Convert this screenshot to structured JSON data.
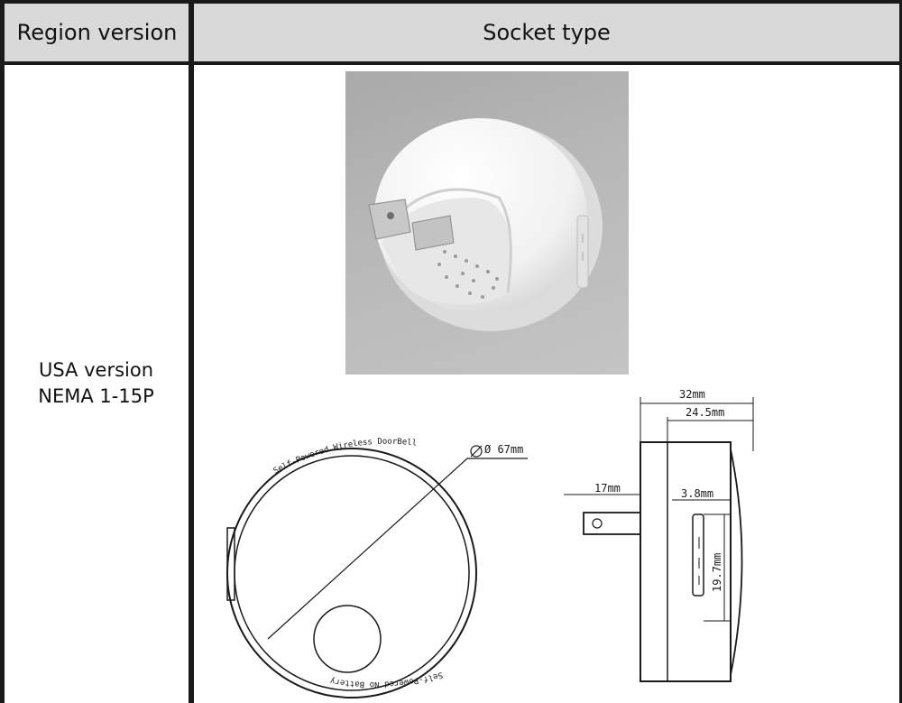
{
  "table": {
    "headers": [
      "Region version",
      "Socket type"
    ],
    "rows": [
      {
        "region": [
          "USA version",
          "NEMA 1-15P"
        ]
      }
    ]
  },
  "drawing": {
    "front_label_top": "Self-Powered Wireless DoorBell",
    "front_label_bottom": "Self-Powered  No Battery",
    "diameter_label": "Ø 67mm",
    "dim_overall_depth": "32mm",
    "dim_body_depth": "24.5mm",
    "dim_prong_length": "17mm",
    "dim_slot_width": "3.8mm",
    "dim_slot_height": "19.7mm"
  },
  "colors": {
    "header_bg": "#d9d9d9",
    "border": "#1a1a1a",
    "photo_bg": "#b8b8b8"
  }
}
